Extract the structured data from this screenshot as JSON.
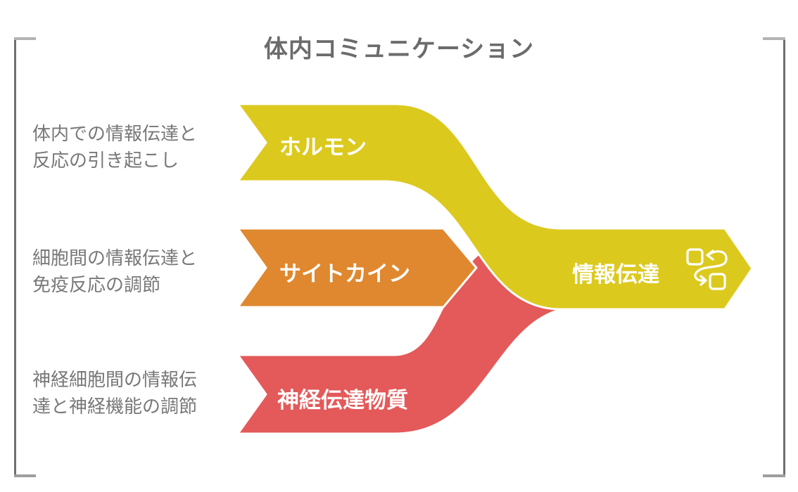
{
  "title": "体内コミュニケーション",
  "colors": {
    "yellow": "#dcc91e",
    "orange": "#e0882f",
    "red": "#e45959",
    "stroke_white": "#ffffff",
    "title_gray": "#6b6b6b",
    "label_gray": "#787878",
    "bracket_dark": "#6f6f6f",
    "bracket_light_top": "#b3b3b3",
    "bracket_light_bottom": "#9e9e9e"
  },
  "rows": [
    {
      "desc_line1": "体内での情報伝達と",
      "desc_line2": "反応の引き起こし",
      "label": "ホルモン"
    },
    {
      "desc_line1": "細胞間の情報伝達と",
      "desc_line2": "免疫反応の調節",
      "label": "サイトカイン"
    },
    {
      "desc_line1": "神経細胞間の情報伝",
      "desc_line2": "達と神経機能の調節",
      "label": "神経伝達物質"
    }
  ],
  "output": {
    "label": "情報伝達",
    "icon": "process-flow-icon"
  }
}
